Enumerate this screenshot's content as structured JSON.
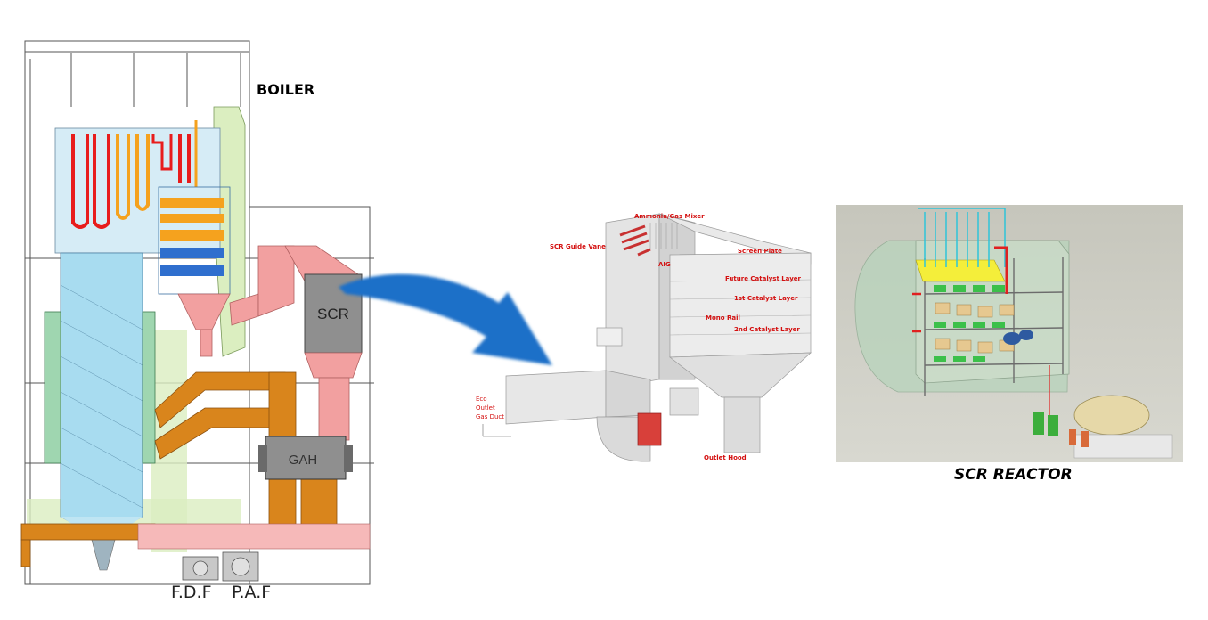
{
  "boiler_section": {
    "title": "BOILER",
    "labels": {
      "scr": "SCR",
      "gah": "GAH",
      "fdf": "F.D.F",
      "paf": "P.A.F"
    }
  },
  "duct_section": {
    "labels": {
      "ammonia_mixer": "Ammonia/Gas Mixer",
      "guide_vane": "SCR Guide Vane",
      "screen_plate": "Screen Plate",
      "aig": "AIG",
      "future_catalyst": "Future Catalyst Layer",
      "first_catalyst": "1st Catalyst Layer",
      "mono_rail": "Mono Rail",
      "second_catalyst": "2nd Catalyst Layer",
      "eco_line1": "Eco",
      "eco_line2": "Outlet",
      "eco_line3": "Gas Duct",
      "outlet_hood": "Outlet Hood"
    }
  },
  "reactor_section": {
    "title": "SCR REACTOR"
  },
  "colors": {
    "hot_tubes": "#e81c1c",
    "orange_tubes": "#f5a21e",
    "blue_tubes": "#2f6fce",
    "furnace": "#a8dcf0",
    "duct_pink": "#f2a0a0",
    "duct_orange": "#d9851c",
    "frame_green": "#dbeec0",
    "arrow_blue": "#1a6fc8",
    "label_red": "#d41010"
  }
}
